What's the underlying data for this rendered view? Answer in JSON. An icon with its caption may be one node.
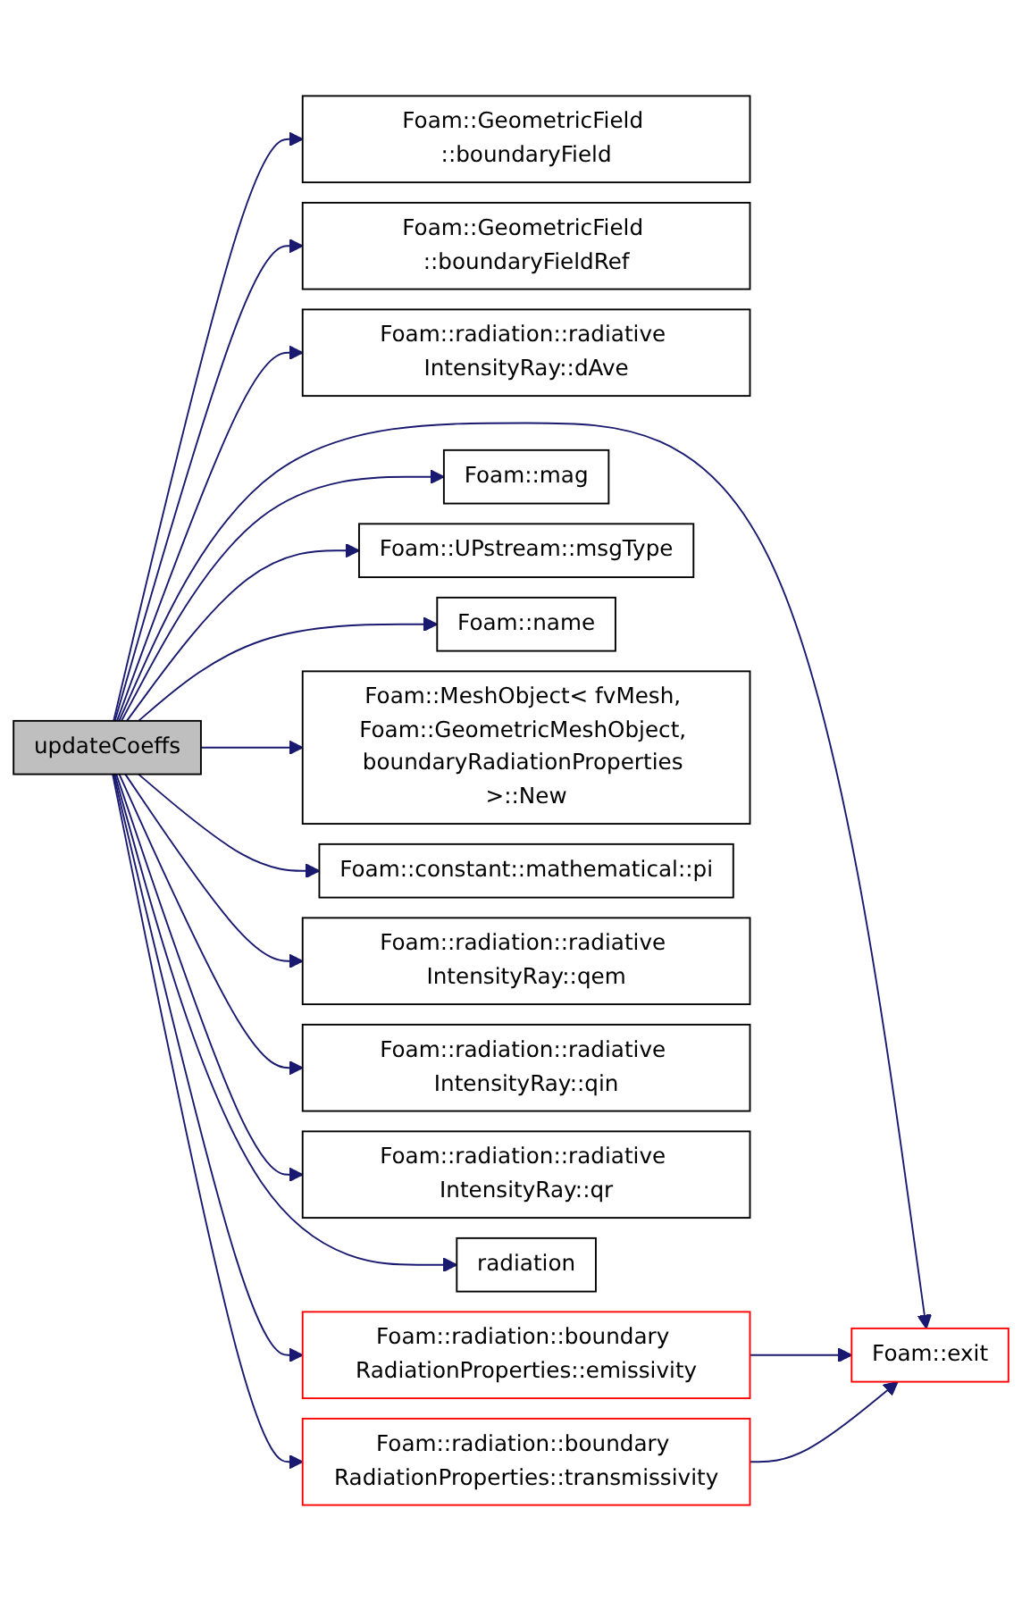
{
  "diagram": {
    "nodes": [
      {
        "text": [
          "updateCoeffs"
        ]
      },
      {
        "text": [
          "Foam::GeometricField ::boundaryField"
        ]
      },
      {
        "text": [
          "Foam::GeometricField ::boundaryFieldRef"
        ]
      },
      {
        "text": [
          "Foam::radiation::radiative IntensityRay::dAve"
        ]
      },
      {
        "text": [
          "Foam::radiation::boundary RadiationProperties::emissivity"
        ]
      },
      {
        "text": [
          "Foam::exit"
        ]
      },
      {
        "text": [
          "Foam::mag"
        ]
      },
      {
        "text": [
          "Foam::UPstream::msgType"
        ]
      },
      {
        "text": [
          "Foam::name"
        ]
      },
      {
        "text": [
          "Foam::MeshObject< fvMesh, Foam::GeometricMeshObject, boundaryRadiationProperties >::New"
        ]
      },
      {
        "text": [
          "Foam::constant::mathematical::pi"
        ]
      },
      {
        "text": [
          "Foam::radiation::radiative IntensityRay::qem"
        ]
      },
      {
        "text": [
          "Foam::radiation::radiative IntensityRay::qin"
        ]
      },
      {
        "text": [
          "Foam::radiation::radiative IntensityRay::qr"
        ]
      },
      {
        "text": [
          "radiation"
        ]
      },
      {
        "text": [
          "Foam::radiation::boundary RadiationProperties::transmissivity"
        ]
      }
    ],
    "edges": [
      {
        "from": 0,
        "to": 1,
        "arrow": "to"
      },
      {
        "from": 0,
        "to": 2,
        "arrow": "to"
      },
      {
        "from": 0,
        "to": 3,
        "arrow": "to"
      },
      {
        "from": 0,
        "to": 4,
        "arrow": "to"
      },
      {
        "from": 0,
        "to": 5,
        "arrow": "to"
      },
      {
        "from": 0,
        "to": 6,
        "arrow": "to"
      },
      {
        "from": 0,
        "to": 7,
        "arrow": "to"
      },
      {
        "from": 0,
        "to": 8,
        "arrow": "to"
      },
      {
        "from": 0,
        "to": 9,
        "arrow": "to"
      },
      {
        "from": 0,
        "to": 10,
        "arrow": "to"
      },
      {
        "from": 0,
        "to": 11,
        "arrow": "to"
      },
      {
        "from": 0,
        "to": 12,
        "arrow": "to"
      },
      {
        "from": 0,
        "to": 13,
        "arrow": "to"
      },
      {
        "from": 0,
        "to": 14,
        "arrow": "to"
      },
      {
        "from": 0,
        "to": 15,
        "arrow": "to"
      },
      {
        "from": 4,
        "to": 5,
        "arrow": "to"
      },
      {
        "from": 15,
        "to": 5,
        "arrow": "to"
      }
    ]
  }
}
